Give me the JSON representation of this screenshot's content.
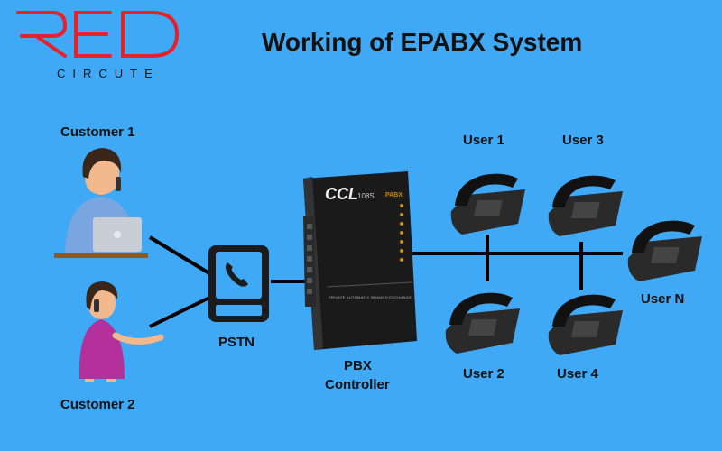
{
  "brand": {
    "logo_text": "RED",
    "subtitle": "CIRCUTE",
    "color": "#e8202a"
  },
  "title": "Working of EPABX System",
  "customers": [
    {
      "label": "Customer 1"
    },
    {
      "label": "Customer 2"
    }
  ],
  "pstn": {
    "label": "PSTN"
  },
  "pbx": {
    "label_line1": "PBX",
    "label_line2": "Controller",
    "brand": "CCL",
    "model": "108S",
    "tag": "PABX",
    "caption": "PRIVATE AUTOMATIC BRANCH EXCHANGE"
  },
  "users": [
    {
      "label": "User 1"
    },
    {
      "label": "User 3"
    },
    {
      "label": "User 2"
    },
    {
      "label": "User 4"
    },
    {
      "label": "User N"
    }
  ],
  "colors": {
    "background": "#3fa9f5",
    "device": "#1b1b1b",
    "line": "#000000"
  }
}
